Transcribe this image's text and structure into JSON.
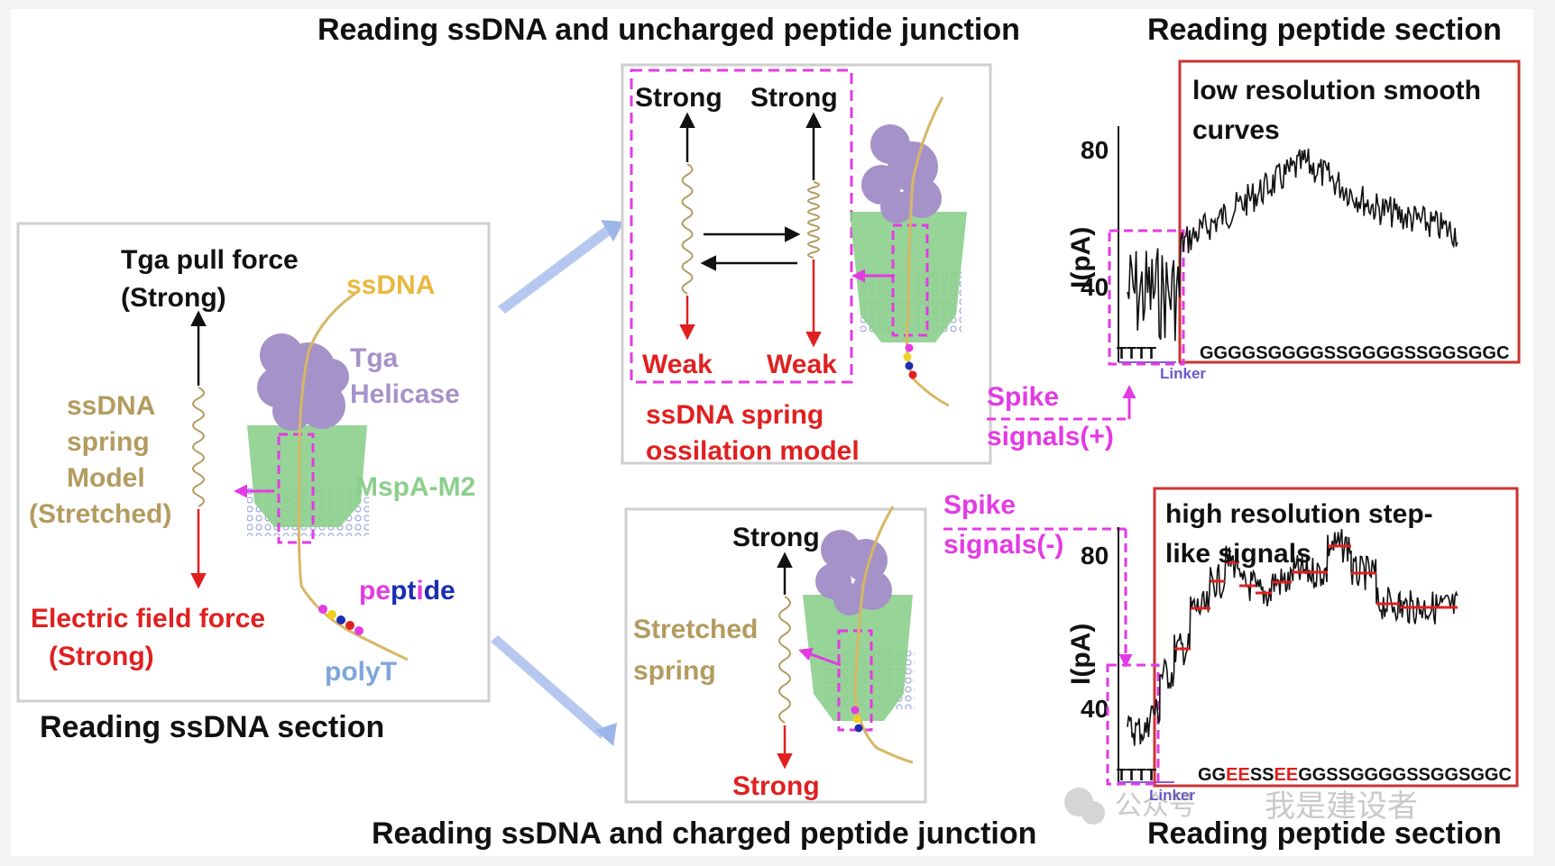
{
  "titles": {
    "top_center": "Reading ssDNA and uncharged peptide junction",
    "top_right": "Reading peptide section",
    "bottom_center": "Reading ssDNA and charged peptide junction",
    "bottom_right": "Reading peptide section",
    "left_caption": "Reading ssDNA section"
  },
  "left_panel": {
    "tga_pull_line1": "Tga pull force",
    "tga_pull_line2": "(Strong)",
    "ssdna": "ssDNA",
    "tga_line1": "Tga",
    "tga_line2": "Helicase",
    "mspa": "MspA-M2",
    "spring_line1": "ssDNA",
    "spring_line2": "spring",
    "spring_line3": "Model",
    "spring_line4": "(Stretched)",
    "electric_line1": "Electric field force",
    "electric_line2": "(Strong)",
    "peptide_letters": [
      "p",
      "e",
      "p",
      "t",
      "i",
      "d",
      "e"
    ],
    "polyt": "polyT"
  },
  "top_middle_panel": {
    "strong_left": "Strong",
    "strong_right": "Strong",
    "weak_left": "Weak",
    "weak_right": "Weak",
    "caption_line1": "ssDNA spring",
    "caption_line2": "ossilation model"
  },
  "bottom_middle_panel": {
    "strong_top": "Strong",
    "stretched_line1": "Stretched",
    "stretched_line2": "spring",
    "strong_bottom": "Strong"
  },
  "spike_top": {
    "line1": "Spike",
    "line2": "signals(+)"
  },
  "spike_bottom": {
    "line1": "Spike",
    "line2": "signals(-)"
  },
  "top_trace": {
    "ylabel": "I(pA)",
    "ytick_80": "80",
    "ytick_40": "40",
    "note_line1": "low resolution  smooth",
    "note_line2": "curves",
    "tttt": "TTTT",
    "linker": "Linker",
    "sequence": "GGGGSGGGGSSGGGGSSGGSGGC"
  },
  "bottom_trace": {
    "ylabel": "I(pA)",
    "ytick_80": "80",
    "ytick_40": "40",
    "note_line1": "high resolution step-",
    "note_line2": "like signals",
    "tttt": "TTTT",
    "linker": "Linker",
    "seq_parts": [
      "GG",
      "EE",
      "SS",
      "EE",
      "GGSSGGGGSSGGSGGC"
    ]
  },
  "watermark": {
    "text_cn": "公众号",
    "text_name": "我是建设者"
  },
  "colors": {
    "magenta": "#e33be3",
    "red": "#e02020",
    "dark_red": "#cc3333",
    "tan": "#b39b5f",
    "lavender": "#a592c8",
    "green": "#8ccf8c",
    "light_blue": "#7fa6dc",
    "peptide_blue": "#1b2db0",
    "arrow_blue": "#9db6ea"
  }
}
